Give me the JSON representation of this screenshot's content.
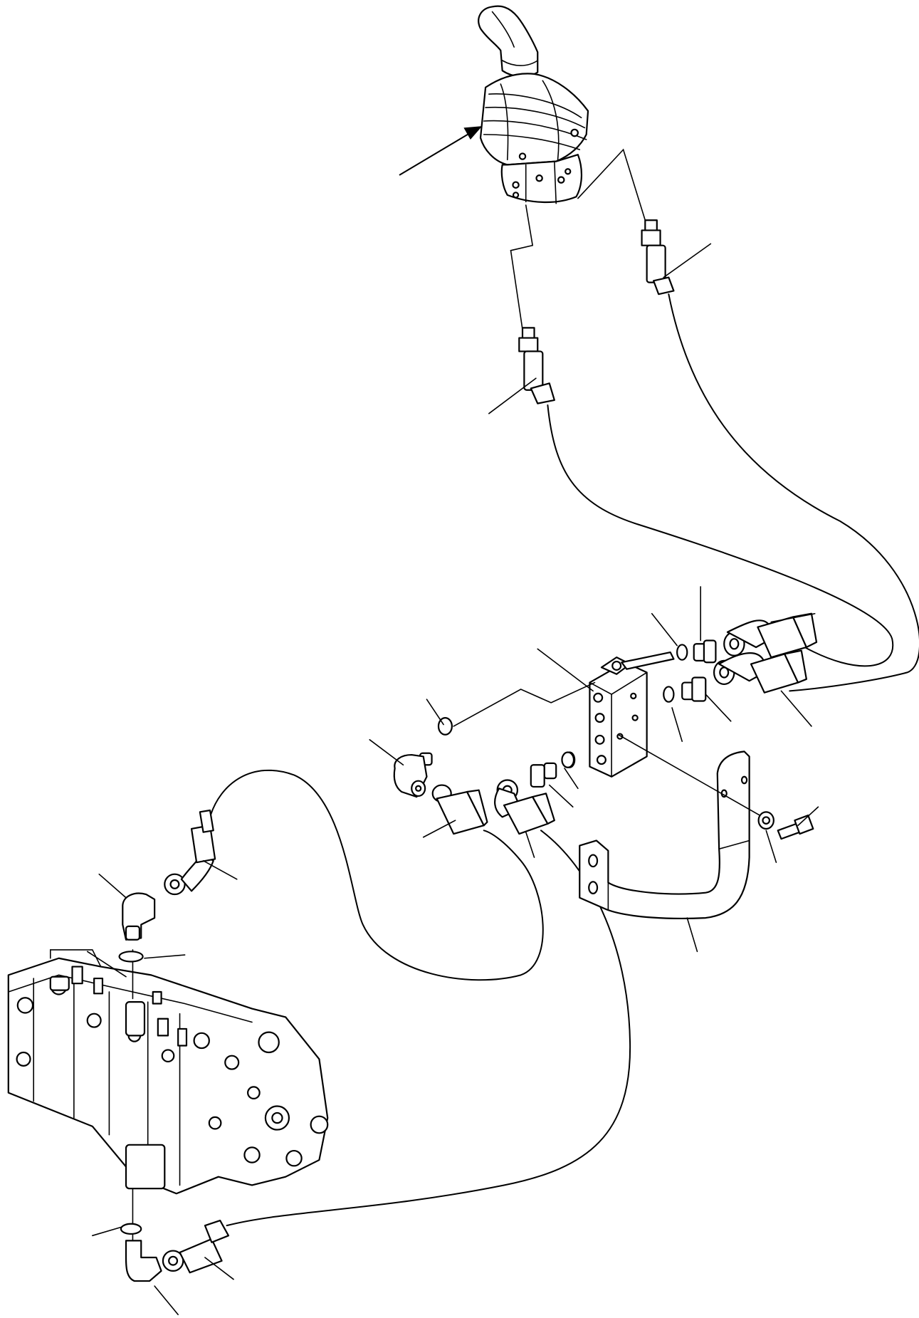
{
  "diagram": {
    "kind": "exploded parts view",
    "printed_text": [],
    "parts": [
      {
        "id": "control-lever",
        "icon": "joystick-icon"
      },
      {
        "id": "control-valve",
        "icon": "valve-block-icon"
      },
      {
        "id": "pilot-valve-block",
        "icon": "valve-block-icon"
      },
      {
        "id": "mounting-bracket",
        "icon": "bracket-icon"
      },
      {
        "id": "hose-lever-left",
        "icon": "hose-icon"
      },
      {
        "id": "hose-lever-right",
        "icon": "hose-icon"
      },
      {
        "id": "hose-loop-left",
        "icon": "hose-icon"
      },
      {
        "id": "hose-valve-lower",
        "icon": "hose-icon"
      },
      {
        "id": "elbow-fittings",
        "icon": "elbow-icon"
      },
      {
        "id": "o-rings",
        "icon": "o-ring-icon"
      },
      {
        "id": "adapters",
        "icon": "adapter-icon"
      },
      {
        "id": "bolt",
        "icon": "bolt-icon"
      },
      {
        "id": "washer",
        "icon": "washer-icon"
      }
    ],
    "colors": {
      "line": "#000000",
      "background": "#ffffff"
    }
  }
}
